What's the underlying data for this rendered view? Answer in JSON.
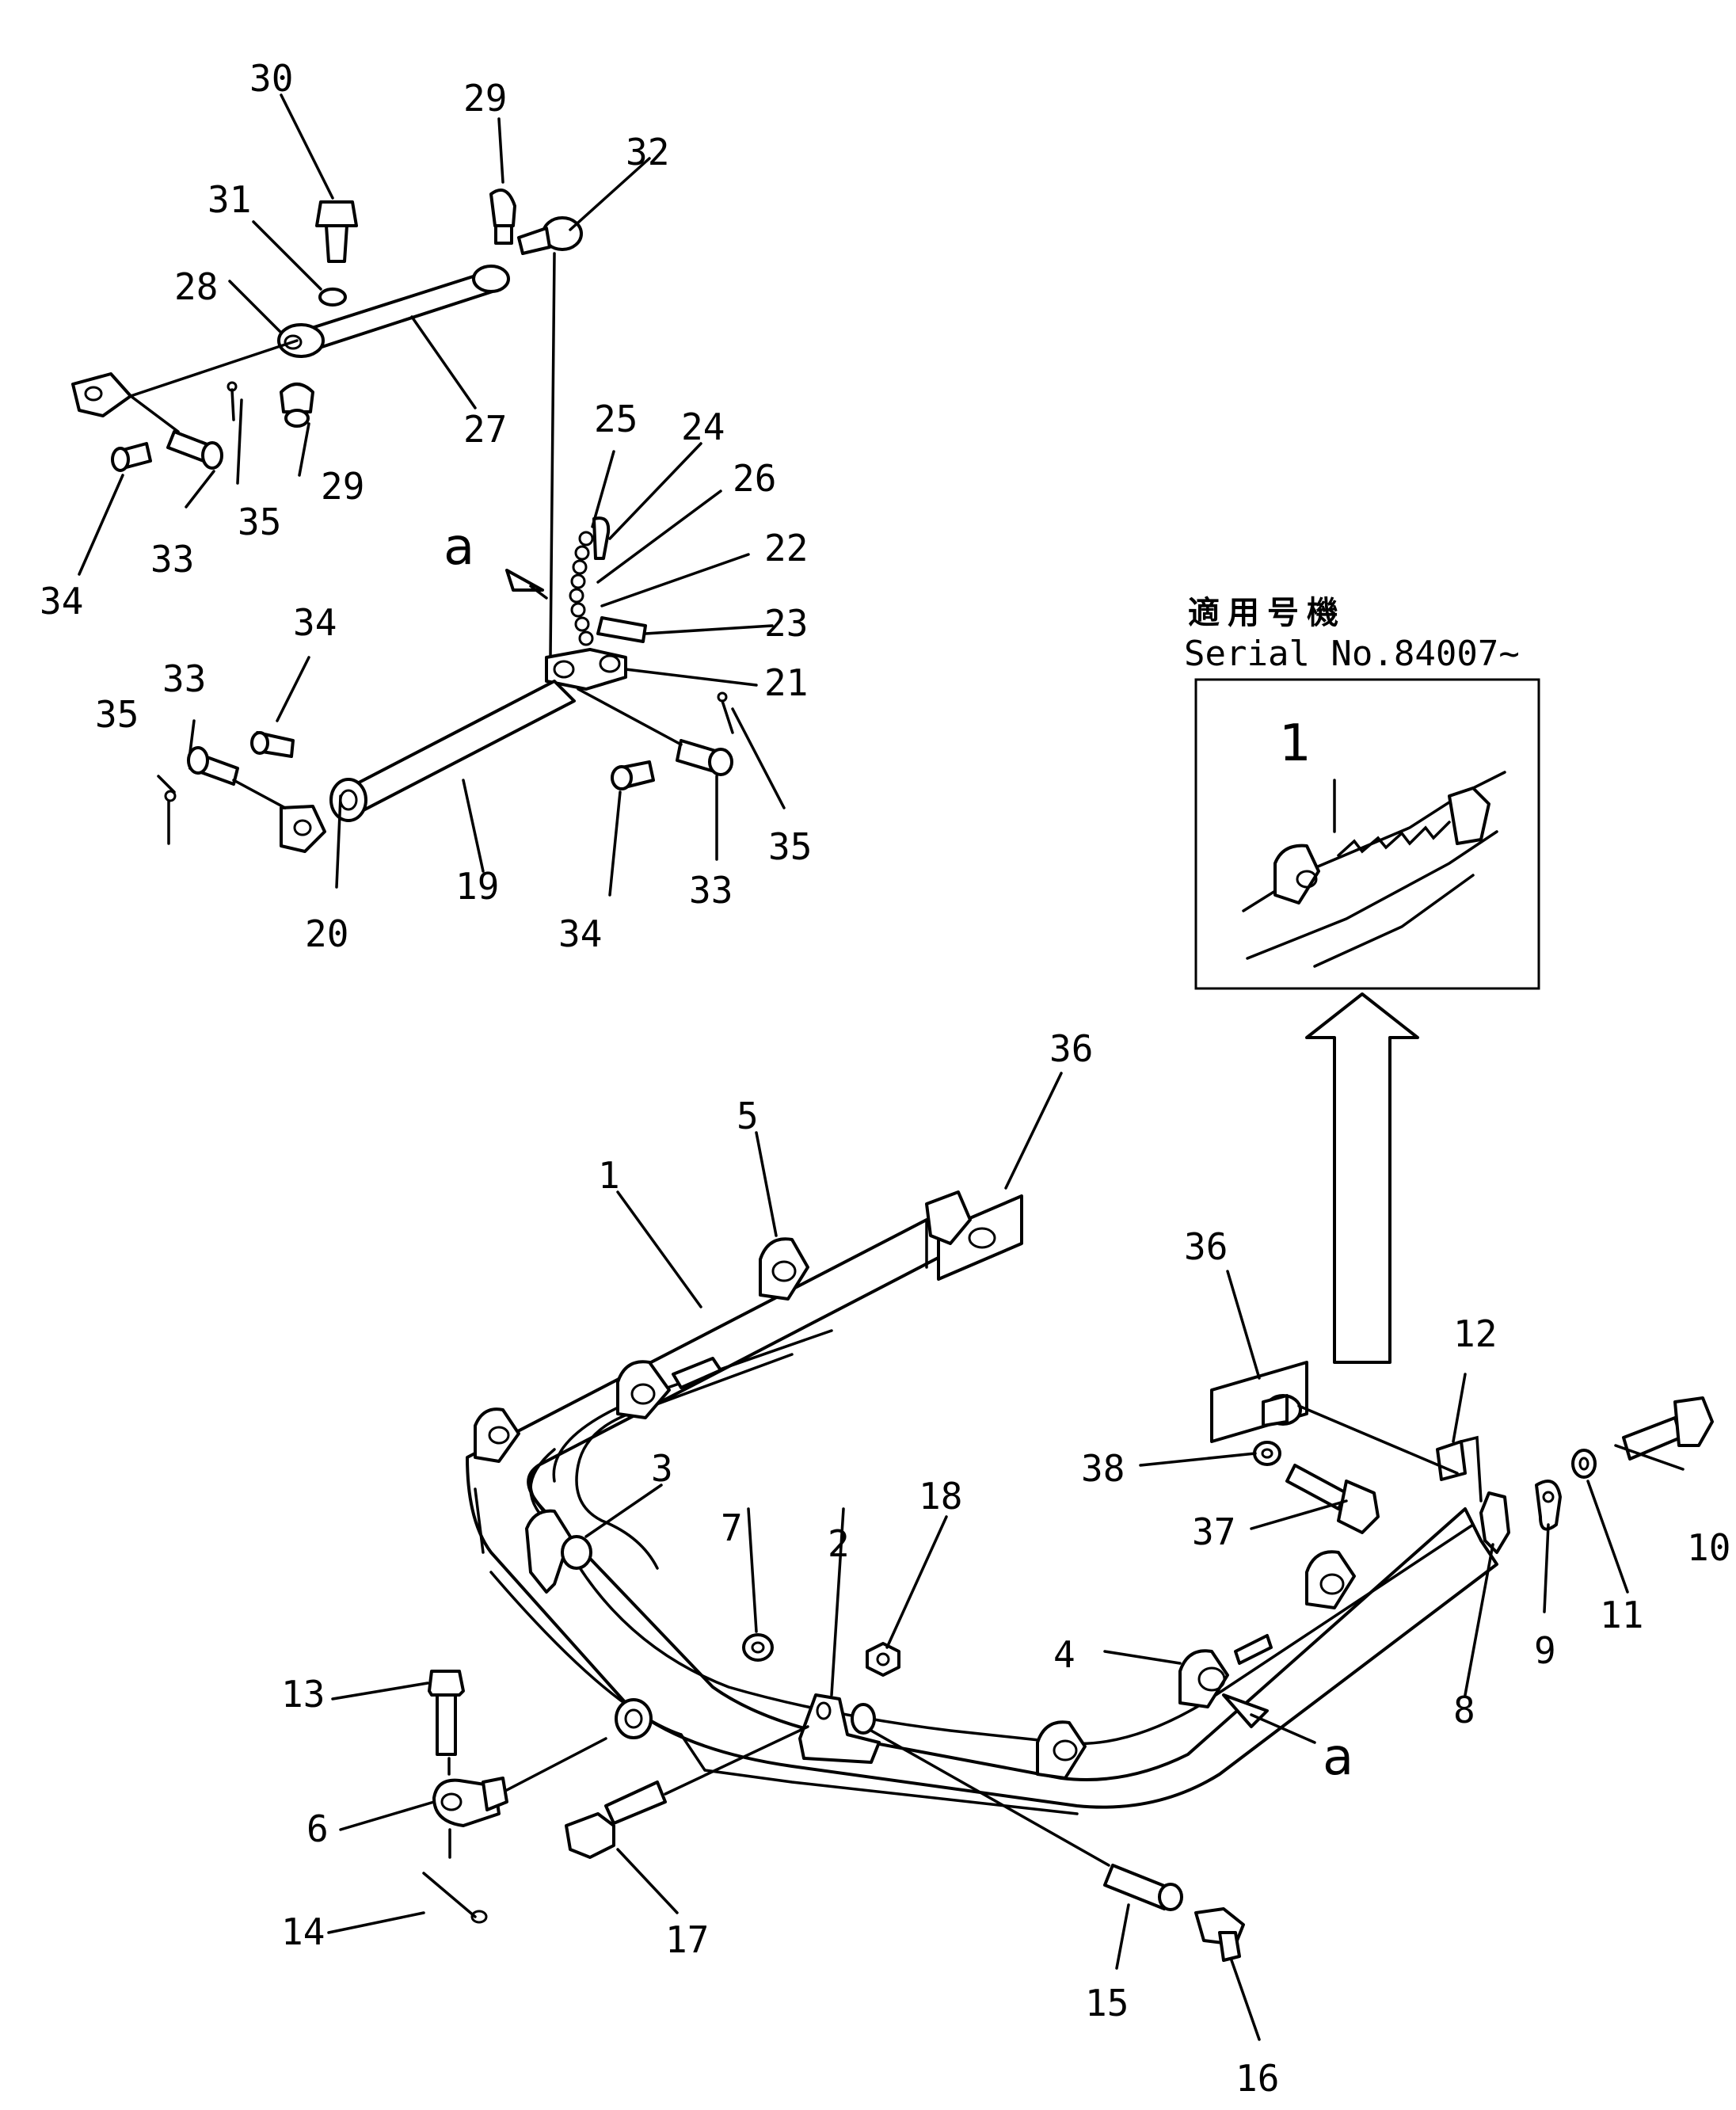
{
  "callouts": [
    {
      "id": "c30",
      "text": "30"
    },
    {
      "id": "c29a",
      "text": "29"
    },
    {
      "id": "c32",
      "text": "32"
    },
    {
      "id": "c31",
      "text": "31"
    },
    {
      "id": "c28",
      "text": "28"
    },
    {
      "id": "c27",
      "text": "27"
    },
    {
      "id": "c25",
      "text": "25"
    },
    {
      "id": "c24",
      "text": "24"
    },
    {
      "id": "c26",
      "text": "26"
    },
    {
      "id": "c29b",
      "text": "29"
    },
    {
      "id": "c35a",
      "text": "35"
    },
    {
      "id": "c33a",
      "text": "33"
    },
    {
      "id": "c34a",
      "text": "34"
    },
    {
      "id": "c22",
      "text": "22"
    },
    {
      "id": "c23",
      "text": "23"
    },
    {
      "id": "c21",
      "text": "21"
    },
    {
      "id": "c34b",
      "text": "34"
    },
    {
      "id": "c33b",
      "text": "33"
    },
    {
      "id": "c35b",
      "text": "35"
    },
    {
      "id": "c35c",
      "text": "35"
    },
    {
      "id": "c20",
      "text": "20"
    },
    {
      "id": "c19",
      "text": "19"
    },
    {
      "id": "c34c",
      "text": "34"
    },
    {
      "id": "c33c",
      "text": "33"
    },
    {
      "id": "c36a",
      "text": "36"
    },
    {
      "id": "c5",
      "text": "5"
    },
    {
      "id": "c1",
      "text": "1"
    },
    {
      "id": "c36b",
      "text": "36"
    },
    {
      "id": "c12",
      "text": "12"
    },
    {
      "id": "c3",
      "text": "3"
    },
    {
      "id": "c18",
      "text": "18"
    },
    {
      "id": "c38",
      "text": "38"
    },
    {
      "id": "c10",
      "text": "10"
    },
    {
      "id": "c7",
      "text": "7"
    },
    {
      "id": "c2",
      "text": "2"
    },
    {
      "id": "c37",
      "text": "37"
    },
    {
      "id": "c11",
      "text": "11"
    },
    {
      "id": "c9",
      "text": "9"
    },
    {
      "id": "c4",
      "text": "4"
    },
    {
      "id": "c8",
      "text": "8"
    },
    {
      "id": "c13",
      "text": "13"
    },
    {
      "id": "c6",
      "text": "6"
    },
    {
      "id": "c14",
      "text": "14"
    },
    {
      "id": "c17",
      "text": "17"
    },
    {
      "id": "c15",
      "text": "15"
    },
    {
      "id": "c16",
      "text": "16"
    }
  ],
  "view_marker_a_top": "a",
  "view_marker_a_bottom": "a",
  "inset": {
    "jp_title": "適用号機",
    "serial": "Serial No.84007~",
    "part_label": "1"
  }
}
